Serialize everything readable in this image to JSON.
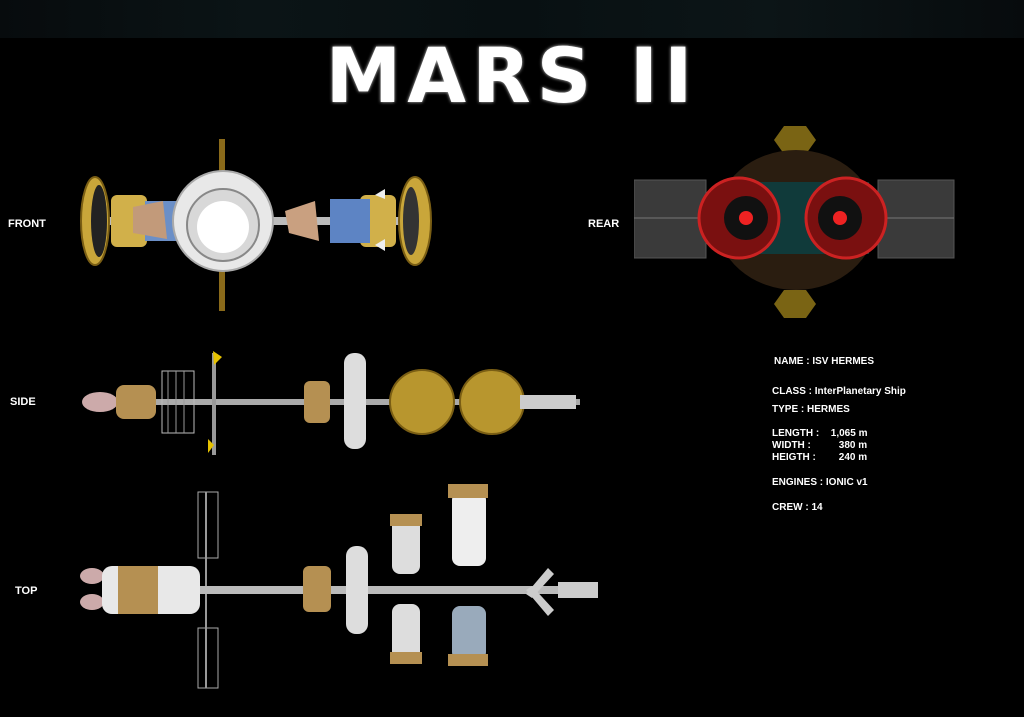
{
  "title": "MARS II",
  "views": {
    "front": "FRONT",
    "rear": "REAR",
    "side": "SIDE",
    "top": "TOP"
  },
  "specs": {
    "name": "NAME : ISV HERMES",
    "class": "CLASS :  InterPlanetary Ship",
    "type": "TYPE : HERMES",
    "length_label": "LENGTH :",
    "length_value": "1,065 m",
    "width_label": "WIDTH :",
    "width_value": "380 m",
    "heigth_label": "HEIGTH :",
    "heigth_value": "240 m",
    "engines": "ENGINES : IONIC  v1",
    "crew": "CREW : 14"
  }
}
